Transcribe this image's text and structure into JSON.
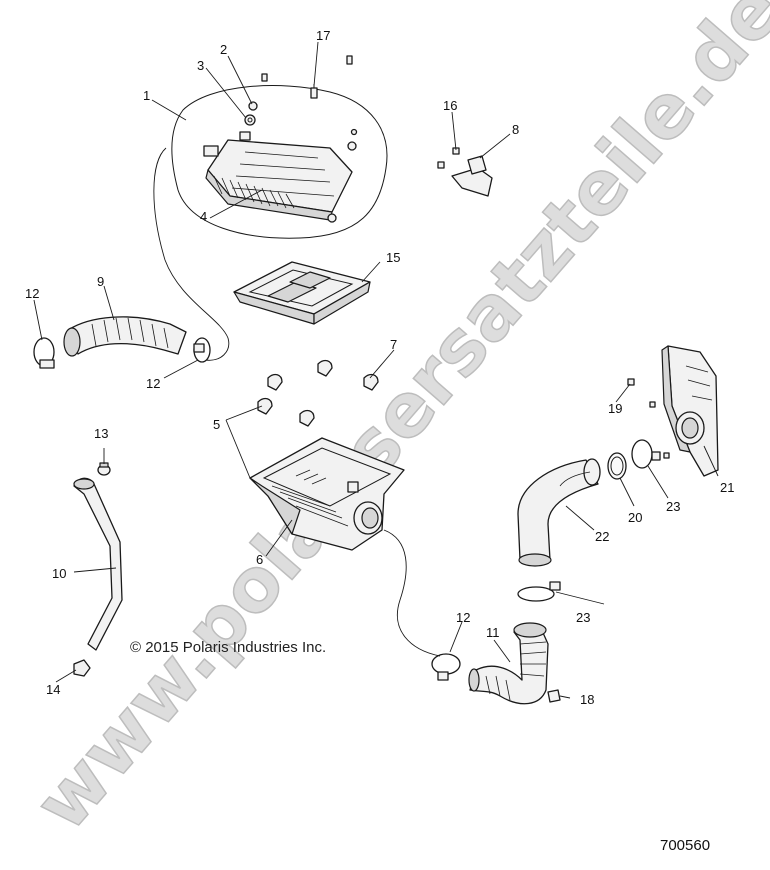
{
  "watermark": "www.polarisersatzteile.de",
  "copyright": "© 2015 Polaris Industries Inc.",
  "diagram_number": "700560",
  "labels": {
    "l1": "1",
    "l2": "2",
    "l3": "3",
    "l4": "4",
    "l5": "5",
    "l6": "6",
    "l7": "7",
    "l8": "8",
    "l9": "9",
    "l10": "10",
    "l11": "11",
    "l12a": "12",
    "l12b": "12",
    "l12c": "12",
    "l13": "13",
    "l14": "14",
    "l15": "15",
    "l16": "16",
    "l17": "17",
    "l18": "18",
    "l19": "19",
    "l20": "20",
    "l21": "21",
    "l22": "22",
    "l23a": "23",
    "l23b": "23"
  }
}
